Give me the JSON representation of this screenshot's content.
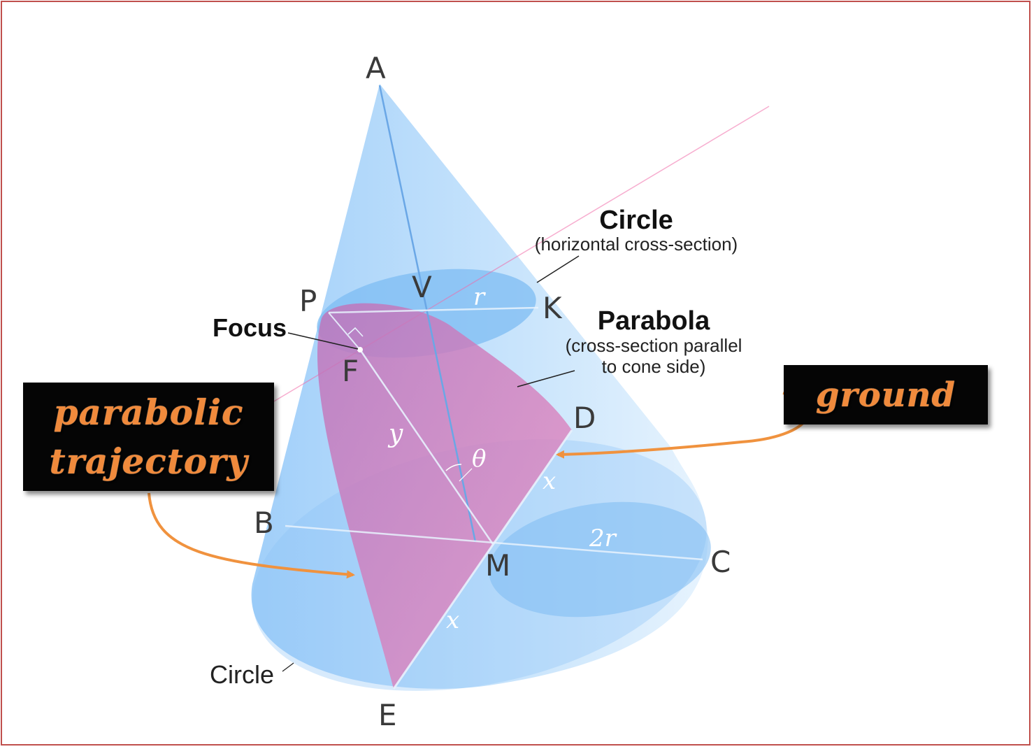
{
  "points": {
    "A": "A",
    "V": "V",
    "P": "P",
    "K": "K",
    "F": "F",
    "D": "D",
    "B": "B",
    "M": "M",
    "C": "C",
    "E": "E"
  },
  "segments": {
    "r": "r",
    "two_r": "2r",
    "y": "y",
    "theta": "θ",
    "x_upper": "x",
    "x_lower": "x"
  },
  "labels": {
    "focus": "Focus",
    "circle_top_title": "Circle",
    "circle_top_sub": "(horizontal cross-section)",
    "parabola_title": "Parabola",
    "parabola_sub_1": "(cross-section parallel",
    "parabola_sub_2": "to cone side)",
    "circle_bottom": "Circle"
  },
  "callouts": {
    "trajectory_line1": "parabolic",
    "trajectory_line2": "trajectory",
    "ground": "ground"
  },
  "colors": {
    "cone": "#9fd0fb",
    "parabola": "#d67fbf",
    "arrow": "#f0923e",
    "frame": "#c0504d"
  }
}
